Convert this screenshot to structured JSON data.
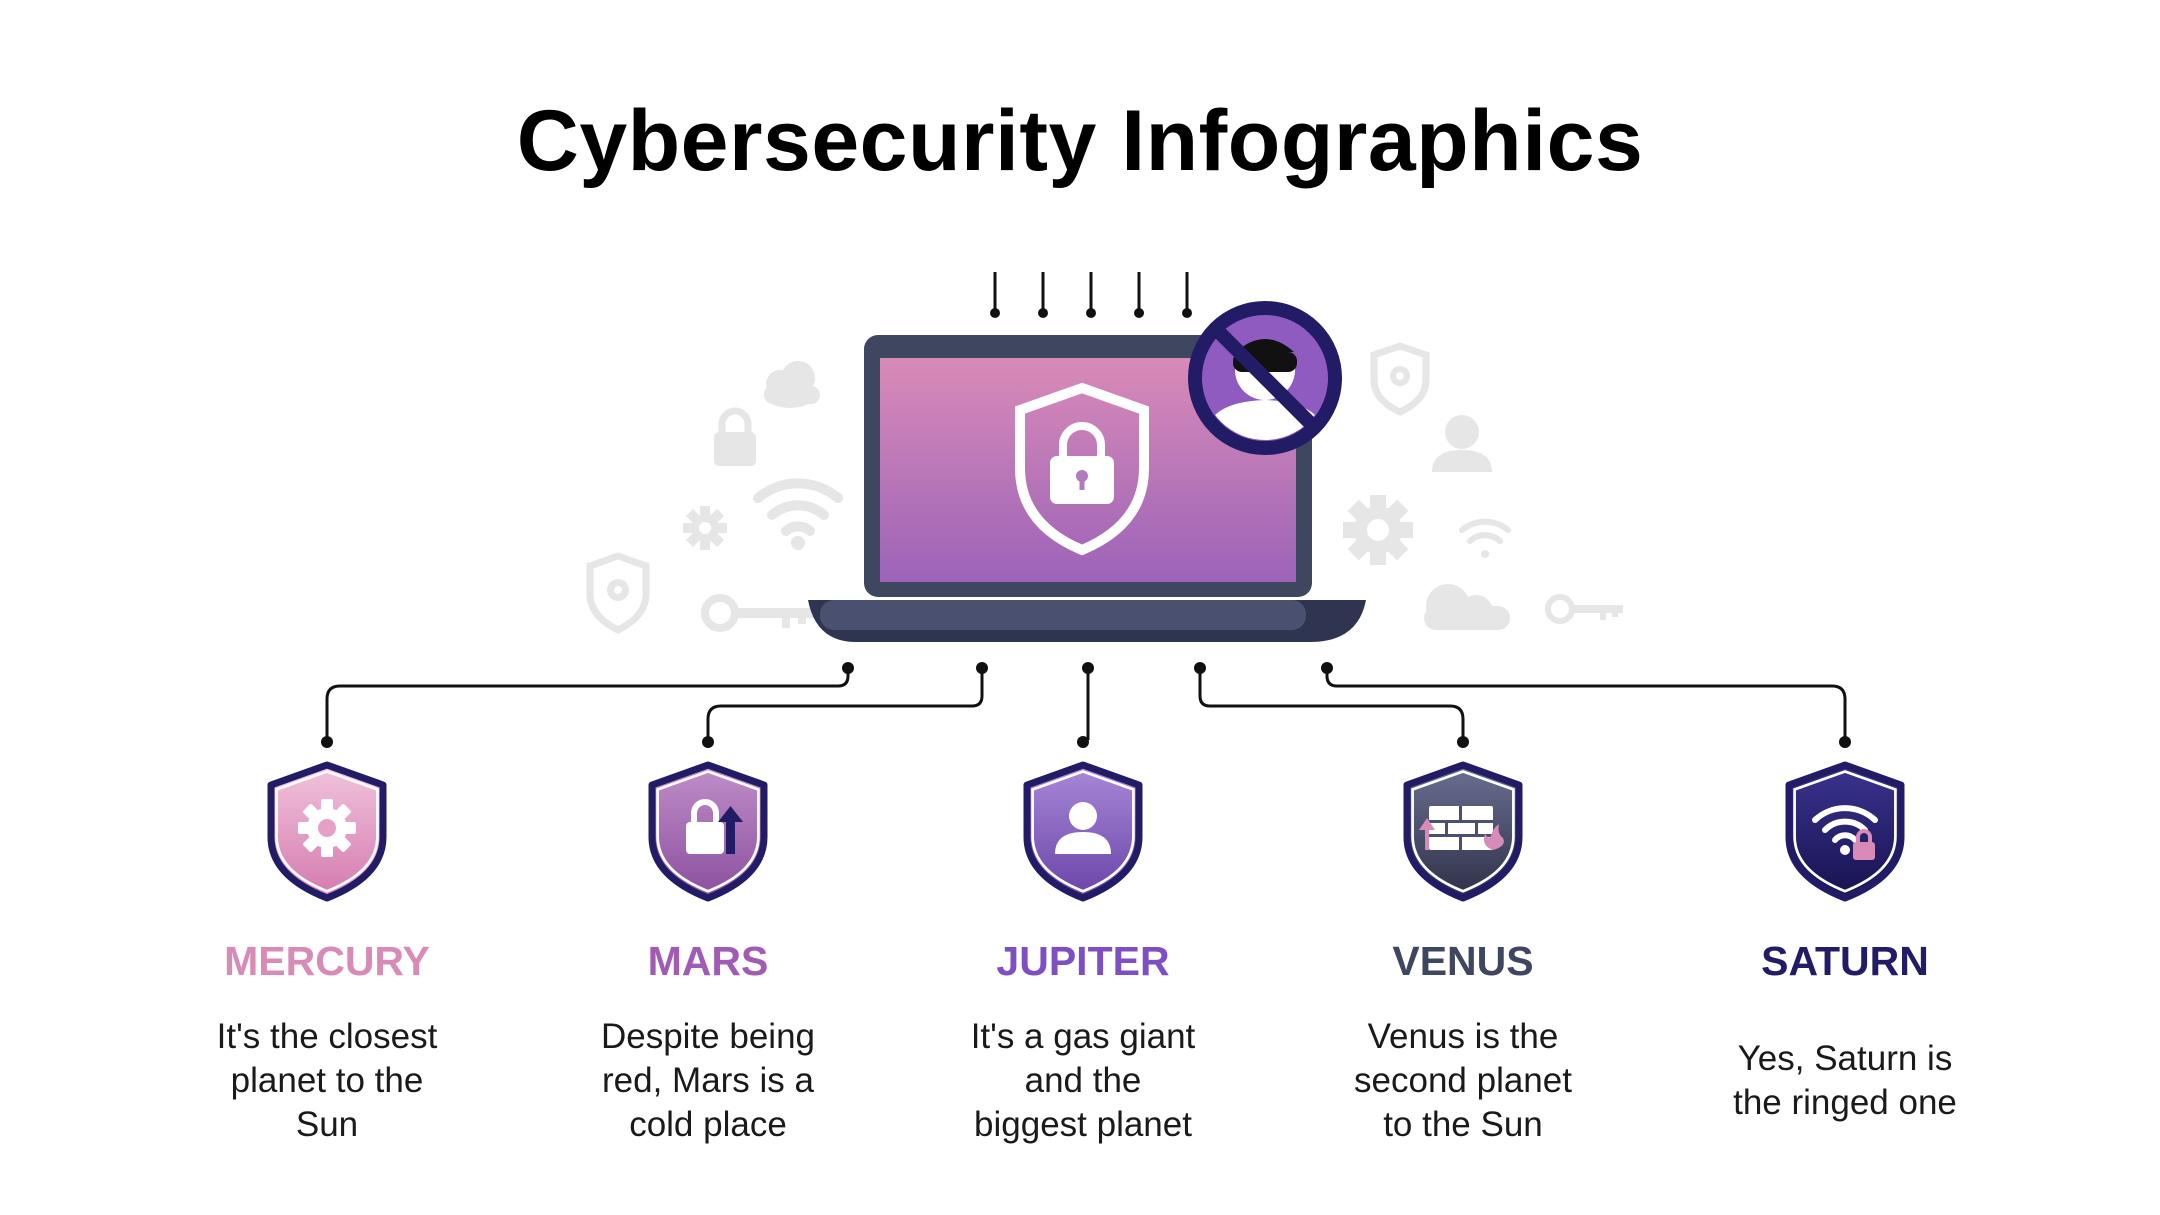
{
  "title": "Cybersecurity Infographics",
  "colors": {
    "laptop_frame": "#3f4660",
    "screen_top": "#d98bb8",
    "screen_bottom": "#9c63b8",
    "ban_ring": "#221c66",
    "ban_fill": "#8f5bc0",
    "deco_gray": "#e6e6e6",
    "line": "#111111"
  },
  "icons": {
    "screen": "shield-lock-icon",
    "ban": "no-hacker-icon",
    "decor": [
      "cloud-icon",
      "lock-icon",
      "wifi-icon",
      "gear-icon",
      "shield-gear-icon",
      "key-icon",
      "user-icon"
    ]
  },
  "items": [
    {
      "name": "MERCURY",
      "desc": "It's the closest\nplanet to the\nSun",
      "color": "#d98bb8",
      "icon": "gear-icon",
      "grad": [
        "#f2c4dc",
        "#d47aaf"
      ]
    },
    {
      "name": "MARS",
      "desc": "Despite being\nred, Mars is a\ncold place",
      "color": "#a25bb5",
      "icon": "lock-upload-icon",
      "grad": [
        "#c18ec8",
        "#8a4f9f"
      ]
    },
    {
      "name": "JUPITER",
      "desc": "It's a gas giant\nand the\nbiggest planet",
      "color": "#7d4fc2",
      "icon": "user-icon",
      "grad": [
        "#a989d8",
        "#6a44a8"
      ]
    },
    {
      "name": "VENUS",
      "desc": "Venus is the\nsecond planet\nto the Sun",
      "color": "#3f4660",
      "icon": "firewall-icon",
      "grad": [
        "#6b6f92",
        "#2e3147"
      ]
    },
    {
      "name": "SATURN",
      "desc": "Yes, Saturn is\nthe ringed one",
      "color": "#221c66",
      "icon": "wifi-lock-icon",
      "grad": [
        "#3a3490",
        "#17124f"
      ]
    }
  ]
}
